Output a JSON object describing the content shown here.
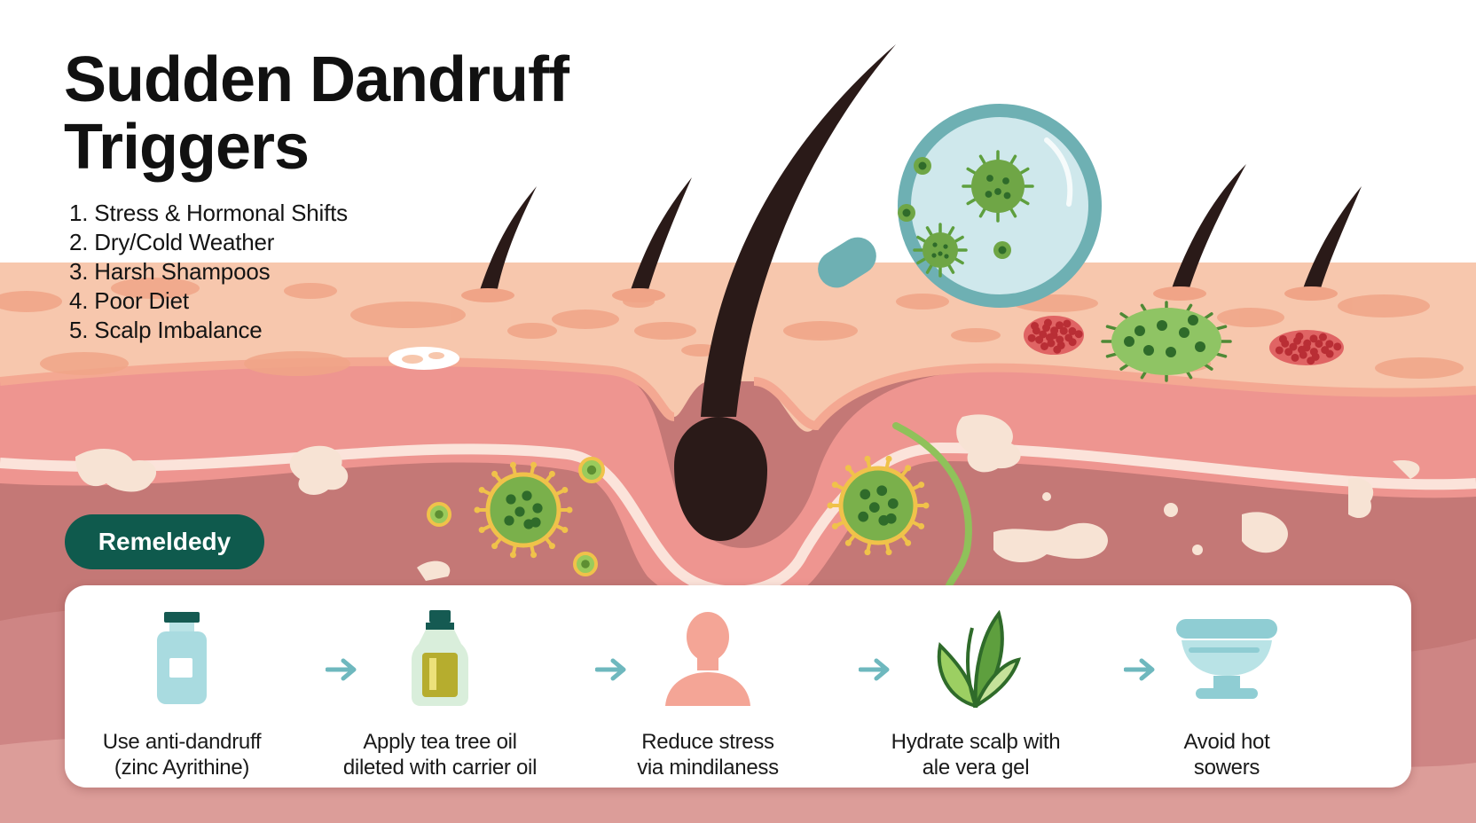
{
  "title": {
    "line1": "Sudden Dandruff",
    "line2": "Triggers"
  },
  "triggers": [
    "1. Stress & Hormonal Shifts",
    "2. Dry/Cold Weather",
    "3. Harsh Shampoos",
    "4. Poor Diet",
    "5. Scalp Imbalance"
  ],
  "remedy_heading": "Remeldedy",
  "steps": [
    {
      "icon": "shampoo-bottle-icon",
      "line1": "Use anti-dandruff",
      "line2": "(zinc Ayrithine)"
    },
    {
      "icon": "oil-bottle-icon",
      "line1": "Apply tea tree oil",
      "line2": "dileted with carrier oil"
    },
    {
      "icon": "person-icon",
      "line1": "Reduce stress",
      "line2": "via mindilaness"
    },
    {
      "icon": "aloe-leaf-icon",
      "line1": "Hydrate scalþ with",
      "line2": "ale vera gel"
    },
    {
      "icon": "shower-bowl-icon",
      "line1": "Avoid hot",
      "line2": "sowers"
    }
  ],
  "colors": {
    "skin_top": "#f7c7ad",
    "skin_band": "#ee9590",
    "dermis": "#c47876",
    "hair": "#2a1a18",
    "microbe_green": "#6fa646",
    "microbe_red": "#dc4a4a",
    "accent_teal": "#0f5a4d",
    "lens_rim": "#6eb0b3"
  }
}
